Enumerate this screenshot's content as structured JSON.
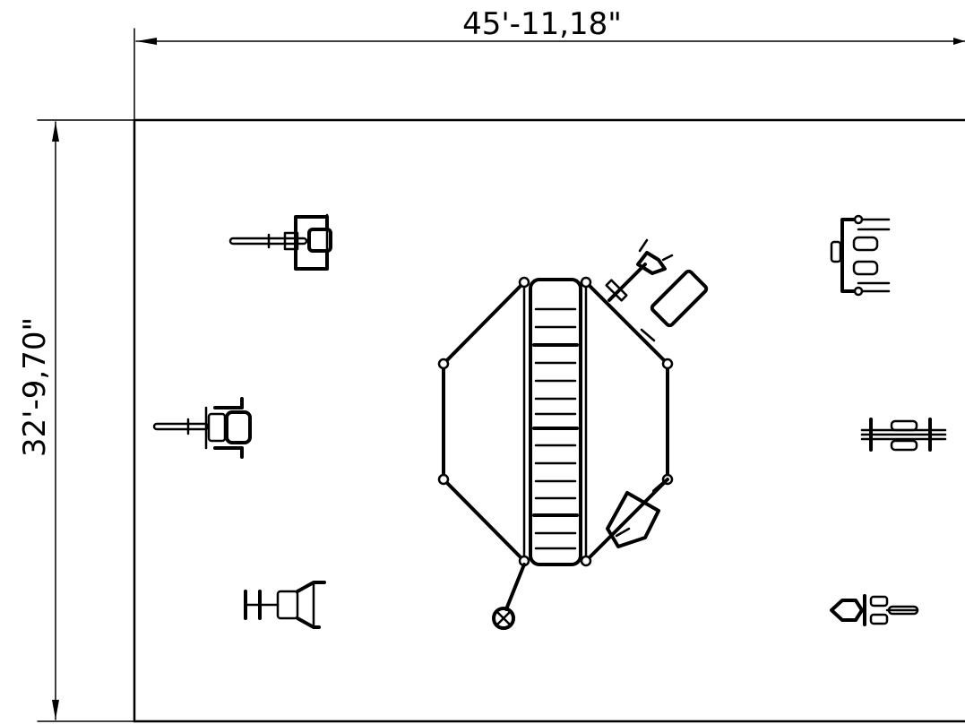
{
  "dimensions": {
    "width_label": "45'-11,18\"",
    "height_label": "32'-9,70\""
  },
  "colors": {
    "line": "#000000",
    "background": "#ffffff"
  },
  "equipment": [
    {
      "name": "station-top-left"
    },
    {
      "name": "station-mid-left"
    },
    {
      "name": "station-bottom-left"
    },
    {
      "name": "central-octagon-frame"
    },
    {
      "name": "station-top-right"
    },
    {
      "name": "station-mid-right"
    },
    {
      "name": "station-bottom-right"
    }
  ]
}
